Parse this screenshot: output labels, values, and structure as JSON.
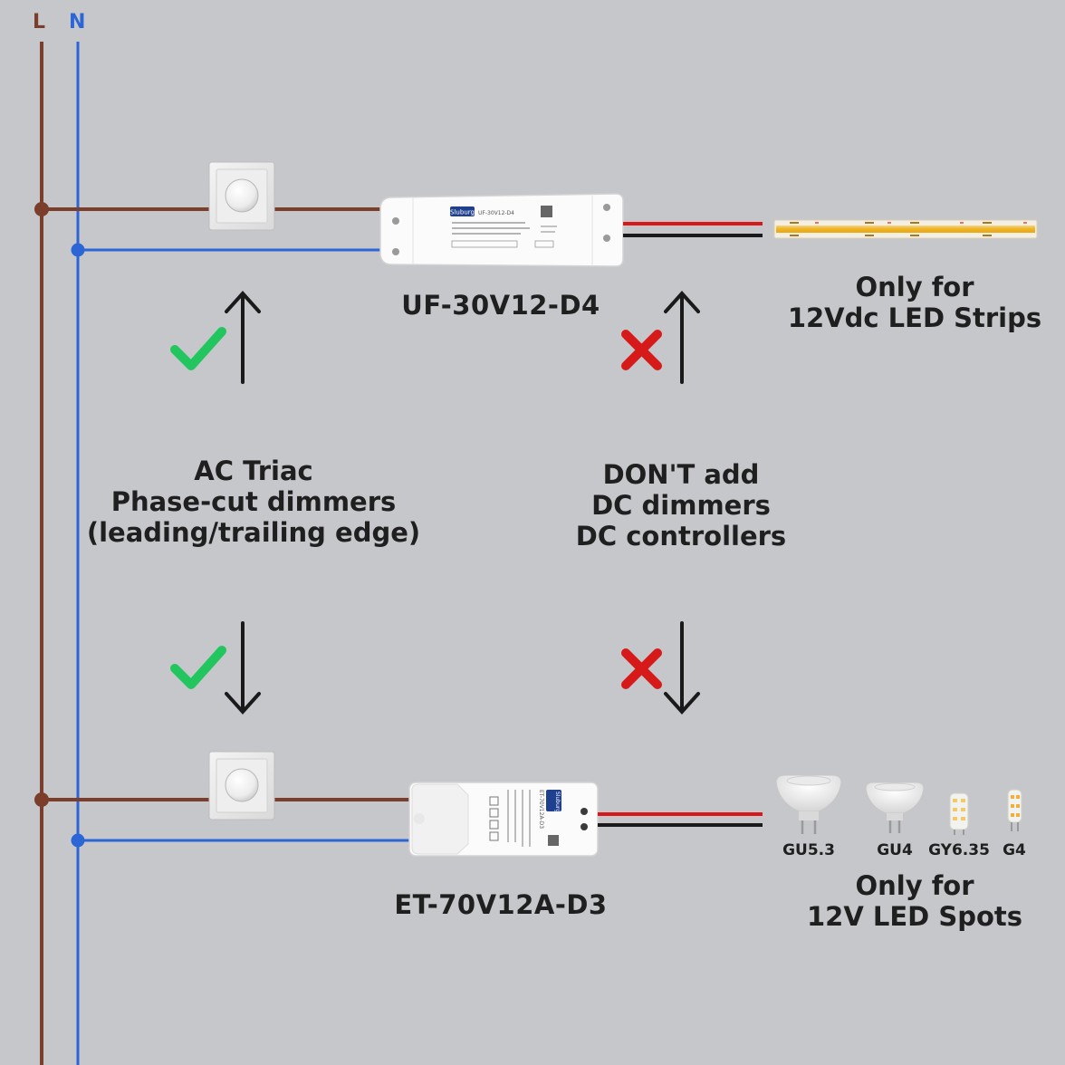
{
  "lines": {
    "live": "L",
    "neutral": "N"
  },
  "colors": {
    "live_wire": "#7a3e2a",
    "neutral_wire": "#2c66d6",
    "dc_positive": "#d8191c",
    "dc_negative": "#1a1a1a",
    "ok_mark": "#22c55e",
    "bad_mark": "#d61a1a",
    "background": "#c6c7cb"
  },
  "drivers": {
    "top": {
      "model": "UF-30V12-D4",
      "chip_brand": "Sluburg",
      "chip_model": "UF-30V12-D4"
    },
    "bottom": {
      "model": "ET-70V12A-D3",
      "chip_brand": "Sluburg",
      "chip_model": "ET-70V12A-D3"
    }
  },
  "notes": {
    "strips": [
      "Only for",
      "12Vdc LED Strips"
    ],
    "spots": [
      "Only for",
      "12V LED Spots"
    ],
    "allowed": [
      "AC Triac",
      "Phase-cut dimmers",
      "(leading/trailing edge)"
    ],
    "forbidden": [
      "DON'T add",
      "DC dimmers",
      "DC controllers"
    ]
  },
  "bulbs": [
    {
      "label": "GU5.3",
      "icon": "mr16-spot-icon"
    },
    {
      "label": "GU4",
      "icon": "mr11-spot-icon"
    },
    {
      "label": "GY6.35",
      "icon": "capsule-bulb-icon"
    },
    {
      "label": "G4",
      "icon": "small-capsule-bulb-icon"
    }
  ],
  "marks": {
    "allowed": "check-icon",
    "forbidden": "cross-icon"
  }
}
